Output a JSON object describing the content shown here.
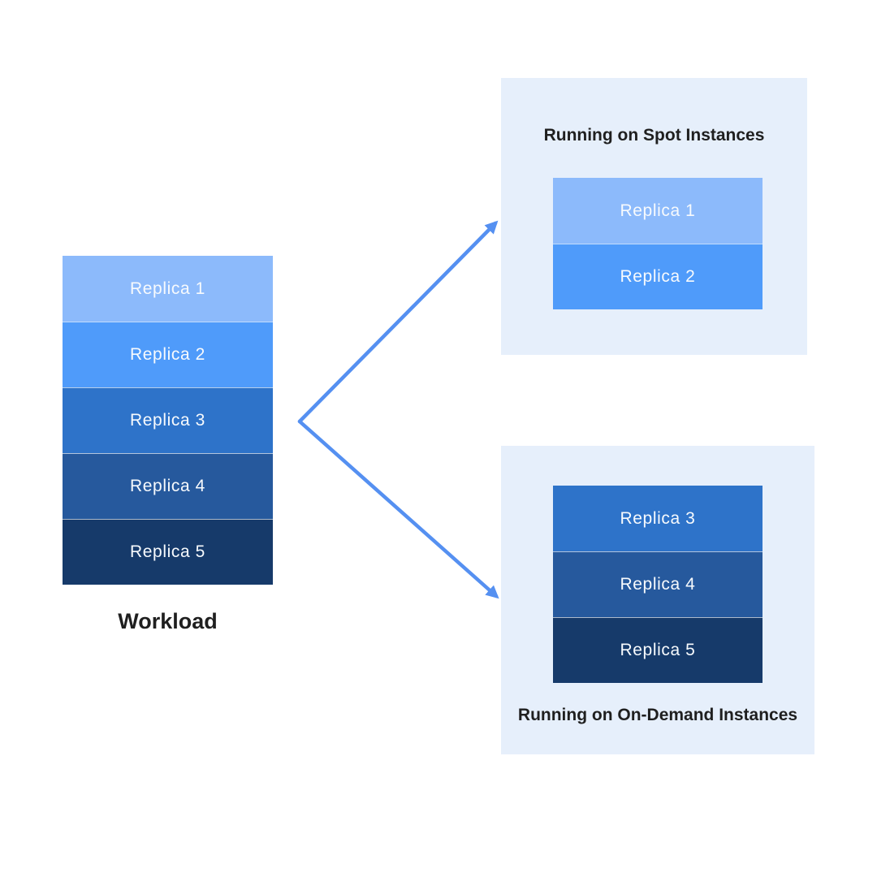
{
  "canvas": {
    "background": "#ffffff"
  },
  "workload": {
    "caption": "Workload",
    "replicas": [
      {
        "label": "Replica 1",
        "color": "#8CBAFB"
      },
      {
        "label": "Replica 2",
        "color": "#4F9BFA"
      },
      {
        "label": "Replica 3",
        "color": "#2E73C9"
      },
      {
        "label": "Replica 4",
        "color": "#26599D"
      },
      {
        "label": "Replica 5",
        "color": "#163A6A"
      }
    ]
  },
  "spot_panel": {
    "title": "Running on Spot Instances",
    "background": "#E6EFFB",
    "replicas": [
      {
        "label": "Replica 1",
        "color": "#8CBAFB"
      },
      {
        "label": "Replica 2",
        "color": "#4F9BFA"
      }
    ]
  },
  "ondemand_panel": {
    "title": "Running on On-Demand Instances",
    "background": "#E6EFFB",
    "replicas": [
      {
        "label": "Replica 3",
        "color": "#2E73C9"
      },
      {
        "label": "Replica 4",
        "color": "#26599D"
      },
      {
        "label": "Replica 5",
        "color": "#163A6A"
      }
    ]
  },
  "arrows": {
    "color": "#5590F1"
  },
  "colors": {
    "replica_text": "#F7FAFD",
    "title_text": "#1F1F1F",
    "box_separator": "rgba(255,255,255,0.65)"
  }
}
